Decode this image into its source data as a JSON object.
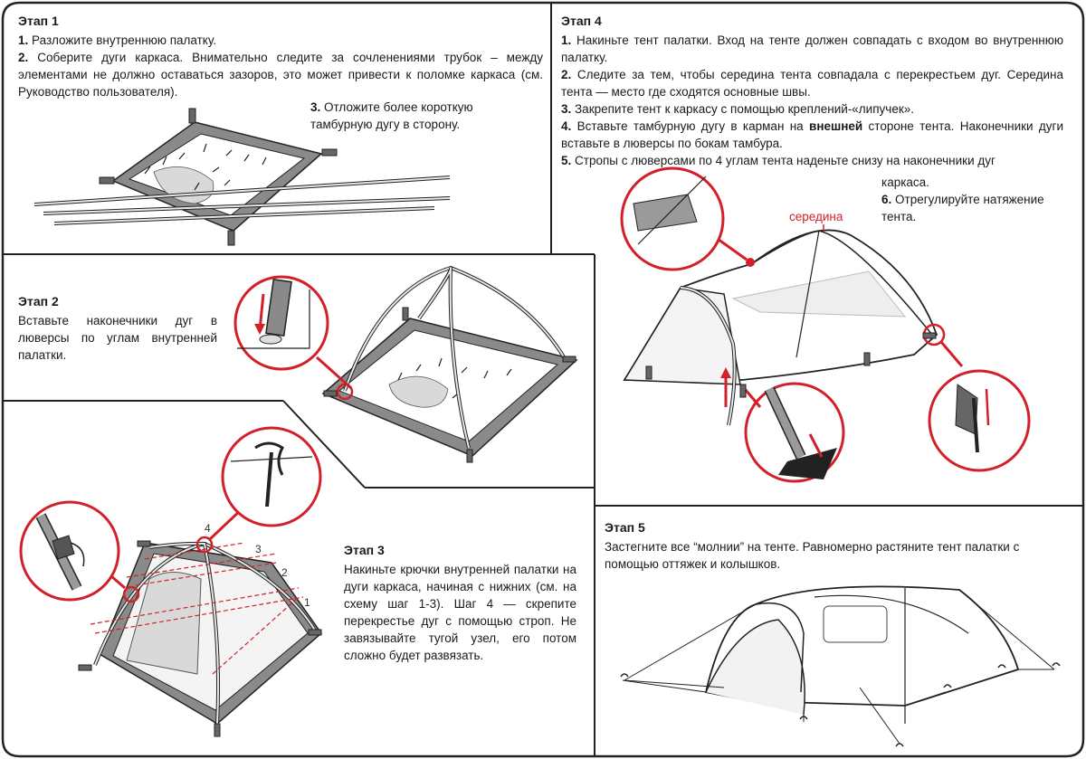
{
  "stage1": {
    "title": "Этап 1",
    "step1_num": "1.",
    "step1": "Разложите внутреннюю палатку.",
    "step2_num": "2.",
    "step2": "Соберите дуги каркаса. Внимательно следите за сочленениями трубок – между элементами не должно оставаться зазоров, это может привести к поломке каркаса (см. Руководство пользователя).",
    "step3_num": "3.",
    "step3": "Отложите более короткую тамбурную дугу в сторону."
  },
  "stage2": {
    "title": "Этап 2",
    "text": "Вставьте наконечники дуг в люверсы по углам внутренней палатки."
  },
  "stage3": {
    "title": "Этап 3",
    "text": "Накиньте крючки внутренней палатки на дуги каркаса, начиная с нижних (см. на схему шаг 1-3). Шаг 4 — скрепите перекрестье дуг с помощью строп. Не завязывайте тугой узел, его потом сложно будет развязать.",
    "labels": [
      "1",
      "2",
      "3",
      "4"
    ]
  },
  "stage4": {
    "title": "Этап 4",
    "step1_num": "1.",
    "step1": "Накиньте тент палатки. Вход на тенте должен совпадать с входом во внутреннюю палатку.",
    "step2_num": "2.",
    "step2": "Следите за тем, чтобы середина тента совпадала с перекрестьем дуг. Середина тента — место где сходятся основные швы.",
    "step3_num": "3.",
    "step3": "Закрепите тент к каркасу с помощью креплений-«липучек».",
    "step4_num": "4.",
    "step4_pre": "Вставьте тамбурную дугу в карман на ",
    "step4_bold": "внешней",
    "step4_post": " стороне тента. Наконечники дуги вставьте в люверсы по бокам тамбура.",
    "step5_num": "5.",
    "step5": "Стропы с люверсами по 4 углам тента  наденьте снизу на наконечники дуг",
    "step5_cont": "каркаса.",
    "step6_num": "6.",
    "step6": "Отрегулируйте натяжение тента.",
    "middle_label": "середина"
  },
  "stage5": {
    "title": "Этап 5",
    "text": "Застегните все “молнии” на тенте. Равномерно растяните тент палатки с помощью оттяжек и колышков."
  },
  "colors": {
    "accent": "#d32028",
    "line": "#222222",
    "frame_fill": "#8a8a8a",
    "shade": "#d9d9d9"
  }
}
